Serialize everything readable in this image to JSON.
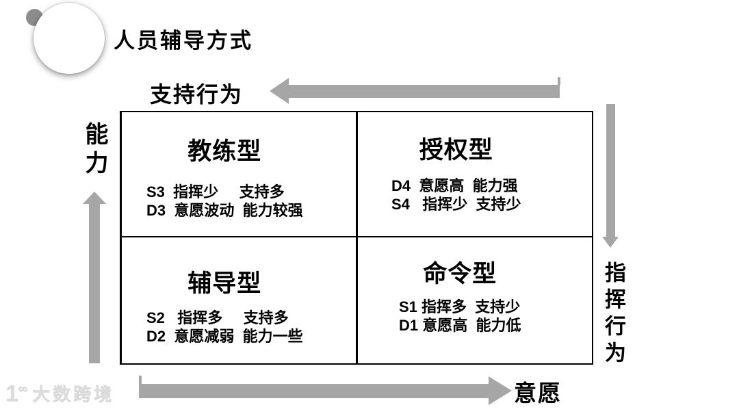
{
  "slide": {
    "title": "人员辅导方式"
  },
  "axes": {
    "top_label": "支持行为",
    "left_label": "能力",
    "right_label": "指挥行为",
    "bottom_label": "意愿"
  },
  "quadrants": [
    {
      "position": "top-left",
      "title": "教练型",
      "line1": "S3  指挥少     支持多",
      "line2": "D3  意愿波动  能力较强"
    },
    {
      "position": "top-right",
      "title": "授权型",
      "line1": "D4  意愿高  能力强",
      "line2": "S4   指挥少  支持少"
    },
    {
      "position": "bottom-left",
      "title": "辅导型",
      "line1": "S2   指挥多     支持多",
      "line2": "D2  意愿减弱  能力一些"
    },
    {
      "position": "bottom-right",
      "title": "命令型",
      "line1": "S1 指挥多  支持少",
      "line2": "D1 意愿高  能力低"
    }
  ],
  "watermark": {
    "logo_mark_1": "1",
    "logo_mark_2": "∞",
    "text": "大数跨境"
  },
  "colors": {
    "arrow": "#a6a6a6",
    "line": "#000000",
    "text": "#000000",
    "watermark": "#dcdcdc",
    "circle_accent": "#8c8c8c"
  }
}
